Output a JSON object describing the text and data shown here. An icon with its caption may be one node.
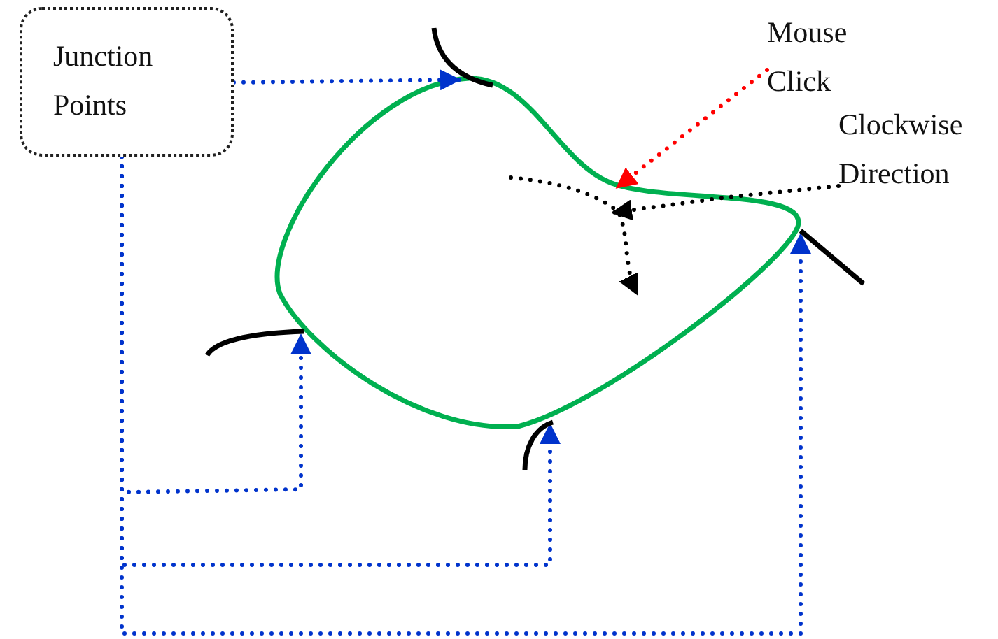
{
  "diagram": {
    "nodes": [
      {
        "text": [
          "Junction Points"
        ]
      },
      {
        "text": [],
        "shape": "curve"
      },
      {
        "text": [],
        "shape": "curve"
      },
      {
        "text": [],
        "shape": "curve"
      },
      {
        "text": [],
        "shape": "curve"
      },
      {
        "text": [
          "Mouse Click"
        ]
      },
      {
        "text": [
          "Clockwise Direction"
        ]
      }
    ],
    "edges": [
      {
        "from": 0,
        "to": 1,
        "arrow": "to"
      },
      {
        "from": 0,
        "to": 2,
        "arrow": "to"
      },
      {
        "from": 0,
        "to": 3,
        "arrow": "to"
      },
      {
        "from": 0,
        "to": 4,
        "arrow": "to"
      },
      {
        "from": 5,
        "to": null,
        "arrow": "to",
        "color": "#ff0000"
      },
      {
        "from": 6,
        "to": null,
        "arrow": "to",
        "color": "#000000"
      }
    ]
  }
}
